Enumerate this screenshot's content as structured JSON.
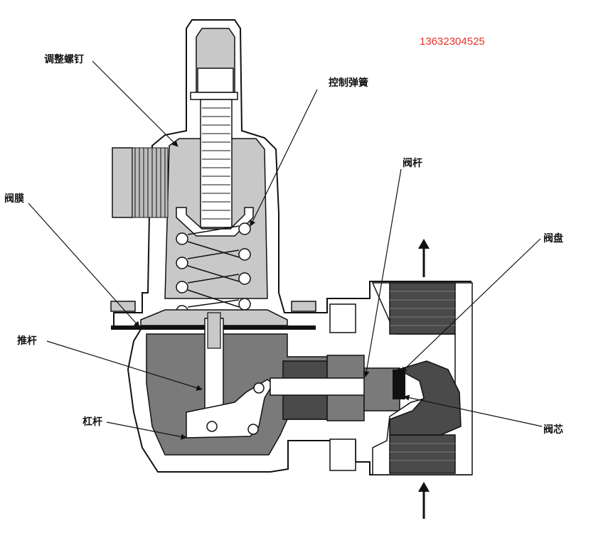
{
  "watermark": {
    "phone": "13632304525",
    "color": "#e8342b"
  },
  "labels": {
    "adjusting_screw": "调整螺钉",
    "control_spring": "控制弹簧",
    "diaphragm": "阀膜",
    "valve_stem": "阀杆",
    "valve_disc": "阀盘",
    "push_rod": "推杆",
    "lever": "杠杆",
    "valve_core": "阀芯"
  },
  "colors": {
    "light_gray": "#c8c8c8",
    "medium_gray": "#7a7a7a",
    "dark_gray": "#4a4a4a",
    "outline": "#111111"
  },
  "icons": [
    "flow-arrow-up-icon",
    "flow-arrow-in-icon"
  ]
}
